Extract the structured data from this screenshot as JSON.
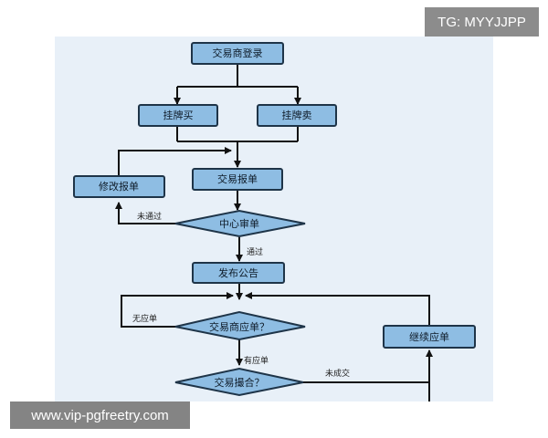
{
  "tag": "TG: MYYJJPP",
  "watermark": "www.vip-pgfreetry.com",
  "nodes": {
    "login": "交易商登录",
    "buy": "挂牌买",
    "sell": "挂牌卖",
    "order": "交易报单",
    "modify": "修改报单",
    "review": "中心审单",
    "announce": "发布公告",
    "respond_q": "交易商应单？",
    "continue": "继续应单",
    "match_q": "交易撮合？"
  },
  "edges": {
    "not_passed": "未通过",
    "passed": "通过",
    "no_response": "无应单",
    "has_response": "有应单",
    "not_closed": "未成交"
  },
  "colors": {
    "node_fill": "#8ebde3",
    "node_stroke": "#1e3448",
    "panel_bg": "#e8f0f8"
  }
}
